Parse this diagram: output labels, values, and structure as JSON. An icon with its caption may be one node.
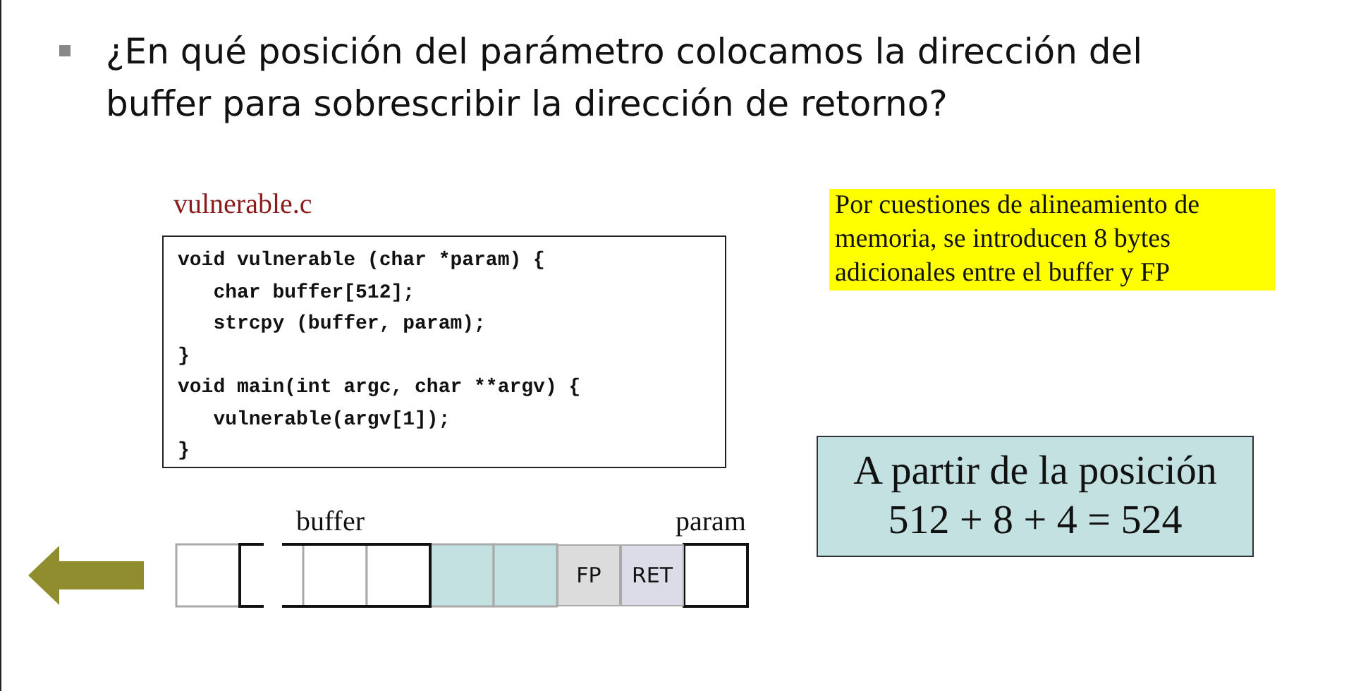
{
  "diagram": {
    "title": "¿En qué posición del parámetro colocamos la dirección del buffer para sobrescribir la dirección de retorno?",
    "labels": [
      "vulnerable.c",
      "Por cuestiones de alineamiento de memoria, se introducen 8 bytes adicionales entre el buffer y FP",
      "void vulnerable (char *param) {",
      "   char buffer[512];",
      "   strcpy (buffer, param);",
      "}",
      "void main(int argc, char **argv) {",
      "   vulnerable(argv[1]);",
      "}",
      "A partir de la posición 512 + 8 + 4 = 524",
      "buffer",
      "param",
      "FP",
      "RET"
    ]
  }
}
